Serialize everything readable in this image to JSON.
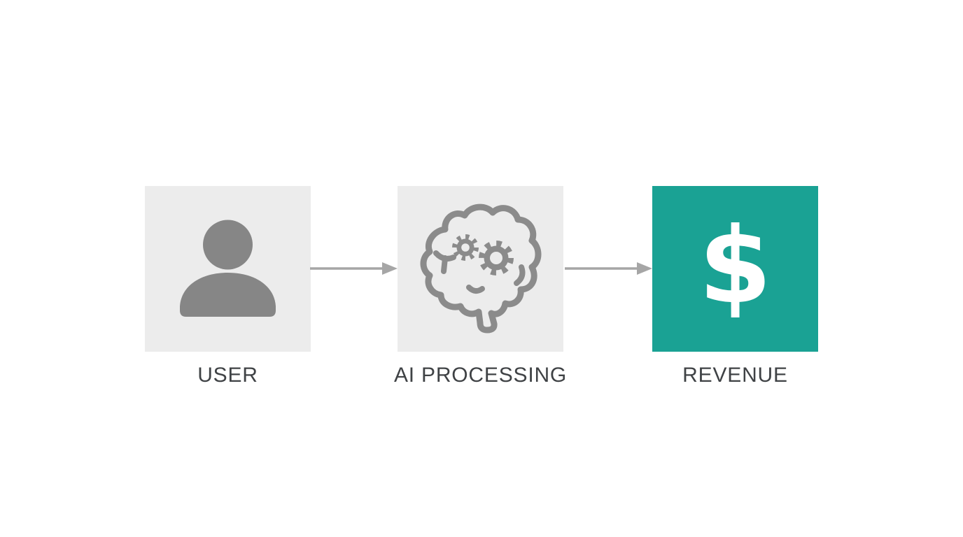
{
  "diagram": {
    "background": "#ffffff",
    "label_color": "#3f4245",
    "arrow_color": "#a6a6a6",
    "nodes": [
      {
        "id": "user",
        "label": "USER",
        "icon": "user-icon",
        "box_color": "#ececec",
        "icon_color": "#868686"
      },
      {
        "id": "ai_processing",
        "label": "AI PROCESSING",
        "icon": "brain-gears-icon",
        "box_color": "#ececec",
        "icon_color": "#8b8b8b"
      },
      {
        "id": "revenue",
        "label": "REVENUE",
        "icon": "dollar-icon",
        "glyph": "$",
        "box_color": "#1aa294",
        "icon_color": "#ffffff"
      }
    ],
    "connectors": [
      {
        "from": "USER",
        "to": "AI PROCESSING",
        "style": "arrow-right",
        "color": "#a6a6a6"
      },
      {
        "from": "AI PROCESSING",
        "to": "REVENUE",
        "style": "arrow-right",
        "color": "#a6a6a6"
      }
    ]
  }
}
